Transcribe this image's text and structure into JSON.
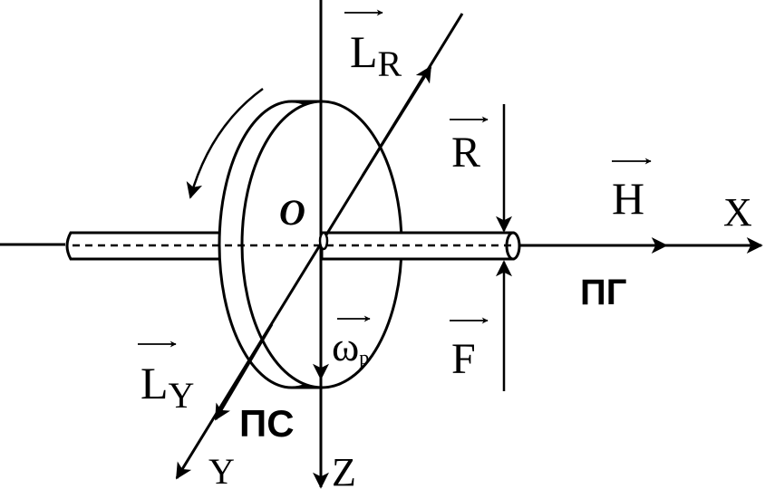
{
  "labels": {
    "origin": "O",
    "axis_x": "X",
    "axis_y": "Y",
    "axis_z": "Z",
    "vec_lr_main": "L",
    "vec_lr_sub": "R",
    "vec_ly_main": "L",
    "vec_ly_sub": "Y",
    "vec_r": "R",
    "vec_f": "F",
    "vec_h": "H",
    "vec_omega_main": "ω",
    "vec_omega_sub": "р",
    "pg": "ПГ",
    "ps": "ПС"
  },
  "colors": {
    "ink": "#000000",
    "paper": "#ffffff"
  }
}
